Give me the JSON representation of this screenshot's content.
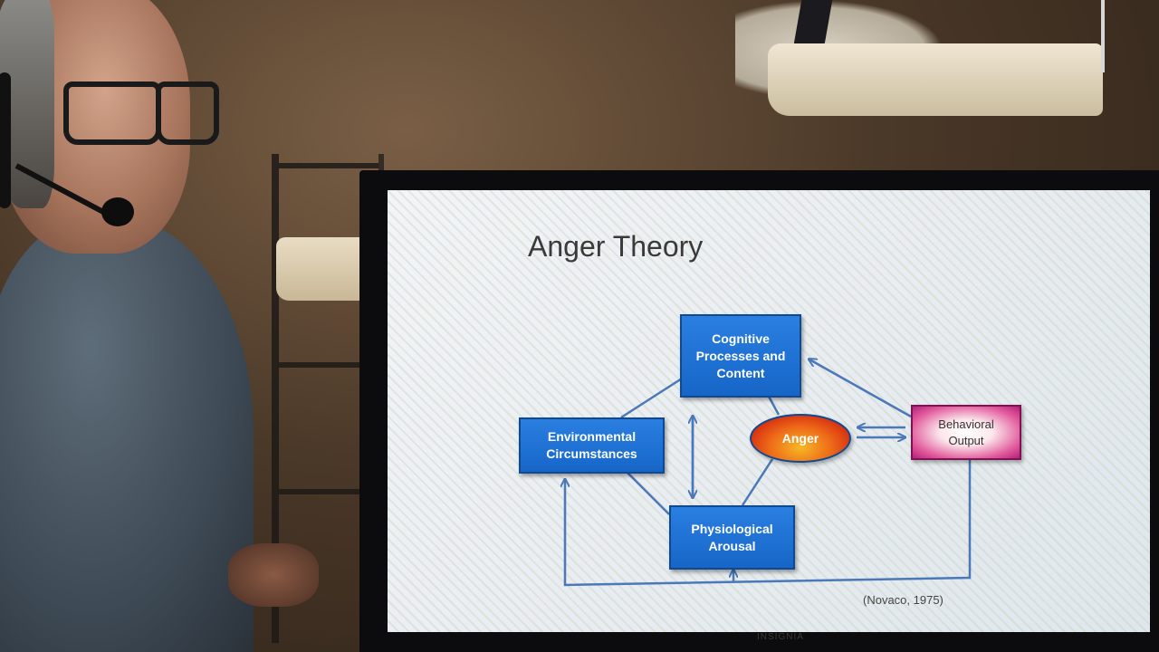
{
  "slide": {
    "title": "Anger Theory",
    "citation": "(Novaco, 1975)"
  },
  "diagram": {
    "cognitive": "Cognitive\nProcesses and\nContent",
    "environmental": "Environmental\nCircumstances",
    "physiological": "Physiological\nArousal",
    "anger": "Anger",
    "behavioral": "Behavioral\nOutput"
  },
  "monitor": {
    "brand": "INSIGNIA"
  },
  "colors": {
    "box_blue": "#1e74d8",
    "anger_orange": "#ee6a18",
    "behavior_magenta": "#c22a82",
    "arrow_blue": "#4a78b8"
  }
}
